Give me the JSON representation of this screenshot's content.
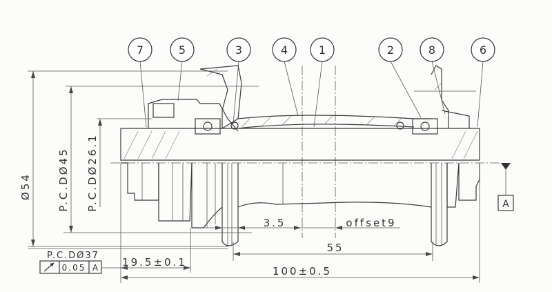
{
  "balloons": [
    "7",
    "5",
    "3",
    "4",
    "1",
    "2",
    "8",
    "6"
  ],
  "dimensions": {
    "dia54": "Ø54",
    "pcd45": "P.C.DØ45",
    "pcd26": "P.C.DØ26.1",
    "pcd37": "P.C.DØ37",
    "d3_5": "3.5",
    "offset": "offset9",
    "d55": "55",
    "d19_5": "19.5±0.1",
    "d100": "100±0.5"
  },
  "tolerance_frame": {
    "symbol": "circular-runout-icon",
    "value": "0.05",
    "datum": "A"
  },
  "datum_label": "A"
}
